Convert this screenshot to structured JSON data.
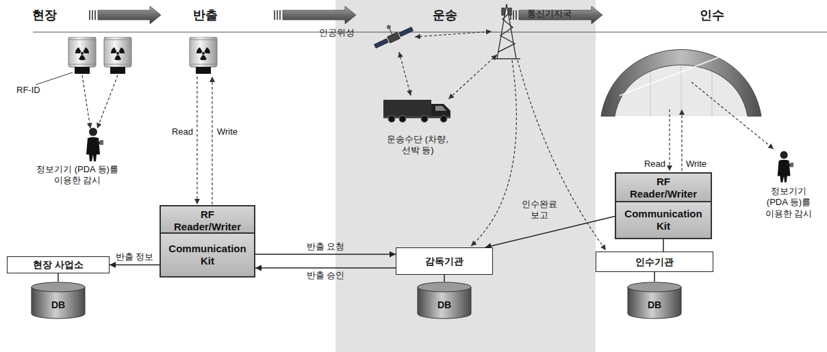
{
  "diagram": {
    "nodes": [
      {
        "text": [
          "RF Reader/Writer"
        ]
      },
      {
        "text": [
          "Communication Kit"
        ]
      },
      {
        "text": [
          "현장 사업소"
        ]
      },
      {
        "text": [
          "DB"
        ]
      },
      {
        "text": [
          "감독기관"
        ]
      },
      {
        "text": [
          "DB"
        ]
      },
      {
        "text": [
          "RF Reader/Writer"
        ]
      },
      {
        "text": [
          "Communication Kit"
        ]
      },
      {
        "text": [
          "인수기관"
        ]
      },
      {
        "text": [
          "DB"
        ]
      }
    ],
    "edges": [
      {
        "from": 0,
        "to": 1,
        "arrow": "none"
      },
      {
        "from": 1,
        "to": 2,
        "label": "반출 정보",
        "arrow": "to"
      },
      {
        "from": 2,
        "to": 3,
        "arrow": "none"
      },
      {
        "from": 1,
        "to": 4,
        "label": "반출 요청",
        "arrow": "to"
      },
      {
        "from": 4,
        "to": 1,
        "label": "반출 승인",
        "arrow": "to"
      },
      {
        "from": 4,
        "to": 5,
        "arrow": "none"
      },
      {
        "from": 6,
        "to": 7,
        "arrow": "none"
      },
      {
        "from": 7,
        "to": 4,
        "label": "인수완료 보고",
        "arrow": "to"
      },
      {
        "from": 7,
        "to": 8,
        "arrow": "none"
      },
      {
        "from": 8,
        "to": 9,
        "arrow": "none"
      }
    ],
    "labels": [
      "현장",
      "반출",
      "운송",
      "인수",
      "RF-ID",
      "정보기기 (PDA 등)를 이용한 감시",
      "Read",
      "Write",
      "인공위성",
      "통신기지국",
      "운송수단 (차량, 선박 등)",
      "Read",
      "Write",
      "정보기기 (PDA 등)를 이용한 감시"
    ]
  }
}
